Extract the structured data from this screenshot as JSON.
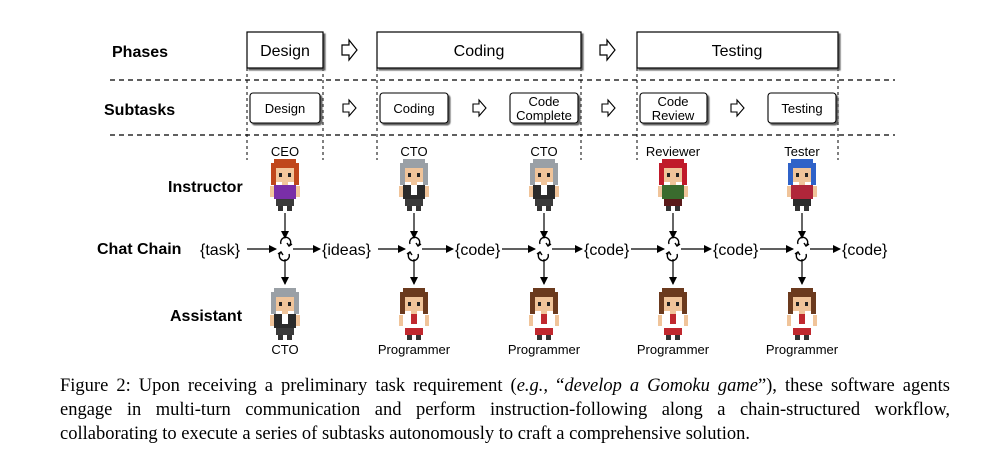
{
  "row_labels": {
    "phases": "Phases",
    "subtasks": "Subtasks",
    "instructor": "Instructor",
    "chat_chain": "Chat Chain",
    "assistant": "Assistant"
  },
  "phases": [
    "Design",
    "Coding",
    "Testing"
  ],
  "subtasks": [
    {
      "lines": [
        "Design"
      ]
    },
    {
      "lines": [
        "Coding"
      ]
    },
    {
      "lines": [
        "Code",
        "Complete"
      ]
    },
    {
      "lines": [
        "Code",
        "Review"
      ]
    },
    {
      "lines": [
        "Testing"
      ]
    }
  ],
  "instructors": [
    "CEO",
    "CTO",
    "CTO",
    "Reviewer",
    "Tester"
  ],
  "assistants": [
    "CTO",
    "Programmer",
    "Programmer",
    "Programmer",
    "Programmer"
  ],
  "chain_tokens": [
    "{task}",
    "{ideas}",
    "{code}",
    "{code}",
    "{code}",
    "{code}"
  ],
  "characters": [
    {
      "role": "CEO",
      "hair": "#c0471c",
      "skin": "#f3c79c",
      "top": "#7a2fa8",
      "bottom": "#3a3a3a"
    },
    {
      "role": "CTO",
      "hair": "#9aa0a6",
      "skin": "#f0c49a",
      "top": "#2b2b2b",
      "bottom": "#3a3a3a"
    },
    {
      "role": "Reviewer",
      "hair": "#c01a2a",
      "skin": "#f0c49a",
      "top": "#3a6b2e",
      "bottom": "#5a1a1a"
    },
    {
      "role": "Tester",
      "hair": "#2f62c8",
      "skin": "#f0c49a",
      "top": "#b0263a",
      "bottom": "#2b2b2b"
    },
    {
      "role": "Programmer",
      "hair": "#6b3a1e",
      "skin": "#f0c49a",
      "top": "#ffffff",
      "bottom": "#c0282e"
    }
  ],
  "caption": {
    "p1": "Figure 2: Upon receiving a preliminary task requirement (",
    "eg": "e.g.,",
    "p2": " “",
    "task": "develop a Gomoku game",
    "p3": "”), these software agents engage in multi-turn communication and perform instruction-following along a chain-structured workflow, collaborating to execute a series of subtasks autonomously to craft a comprehensive solution."
  }
}
